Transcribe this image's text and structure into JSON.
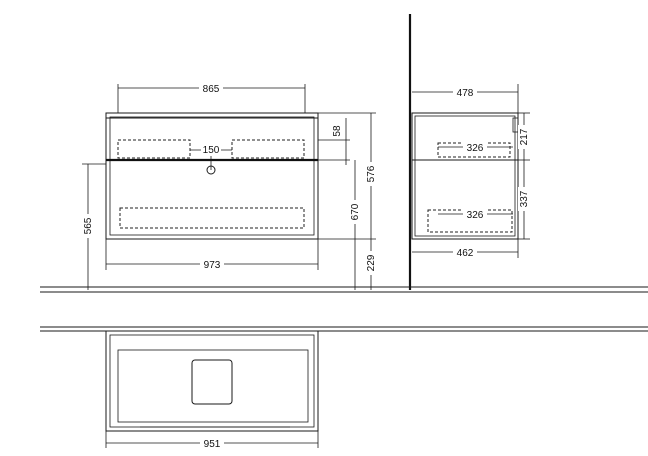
{
  "drawing": {
    "front_view": {
      "width_top": "865",
      "width_bottom": "973",
      "tap_spacing": "150",
      "top_offset": "58",
      "height_total": "576",
      "height_from_floor": "670",
      "body_height": "565",
      "floor_gap": "229"
    },
    "side_view": {
      "depth_top": "478",
      "depth_bottom": "462",
      "drawer_depth_upper": "326",
      "drawer_depth_lower": "326",
      "upper_height": "217",
      "lower_height": "337"
    },
    "plan_view": {
      "width": "951"
    }
  }
}
